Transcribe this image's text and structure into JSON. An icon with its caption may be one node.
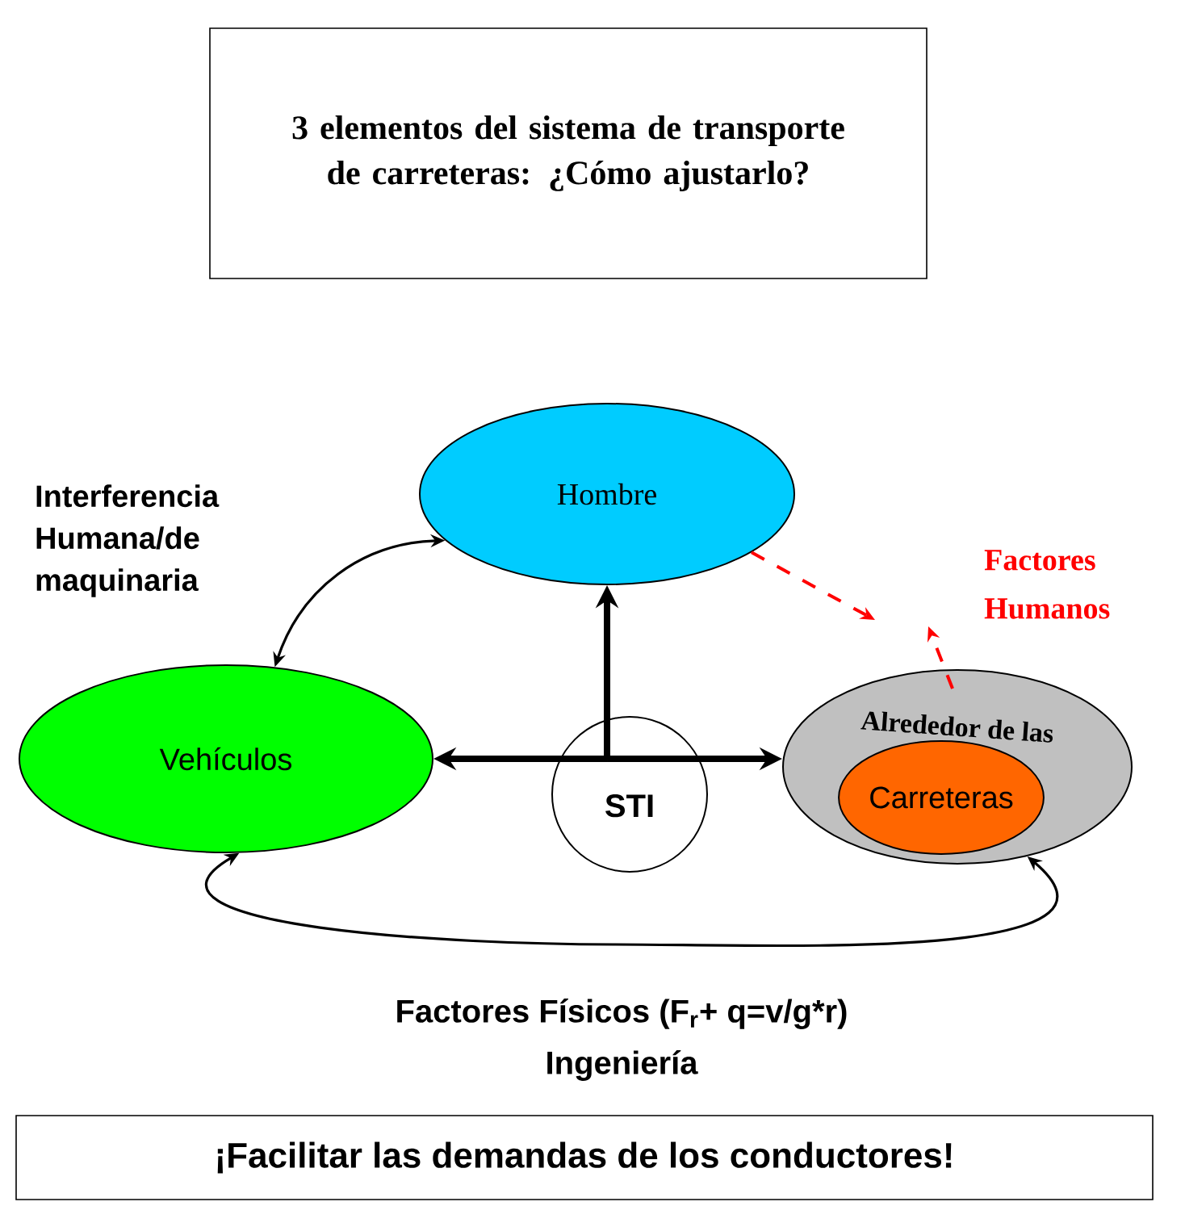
{
  "diagram": {
    "nodes": [
      {
        "text": [
          "3 elementos del sistema de transporte de carreteras: ¿Cómo ajustarlo?"
        ]
      },
      {
        "text": [
          "Hombre"
        ]
      },
      {
        "text": [
          "Vehículos"
        ]
      },
      {
        "text": [
          "STI"
        ]
      },
      {
        "text": [
          "Alrededor de las"
        ]
      },
      {
        "text": [
          "Carreteras"
        ],
        "in": 4
      },
      {
        "text": [
          "¡Facilitar las demandas de los conductores!"
        ]
      }
    ],
    "edges": [
      {
        "from": 3,
        "to": 1,
        "arrow": "to",
        "style": "thick"
      },
      {
        "from": 3,
        "to": 2,
        "arrow": "to",
        "style": "thick"
      },
      {
        "from": 3,
        "to": 4,
        "arrow": "to",
        "style": "thick"
      },
      {
        "from": 2,
        "to": 1,
        "arrow": "both"
      },
      {
        "from": 2,
        "to": 4,
        "arrow": "both"
      },
      {
        "from": 1,
        "to": null,
        "arrow": "to",
        "style": "dashed",
        "color": "#ff0000"
      },
      {
        "from": 4,
        "to": null,
        "arrow": "to",
        "style": "dashed",
        "color": "#ff0000"
      }
    ],
    "labels": [
      "Interferencia Humana/de maquinaria",
      "Factores Humanos",
      "Factores Físicos (F$_{r}$+ q=v/g*r)",
      "Ingeniería"
    ]
  }
}
